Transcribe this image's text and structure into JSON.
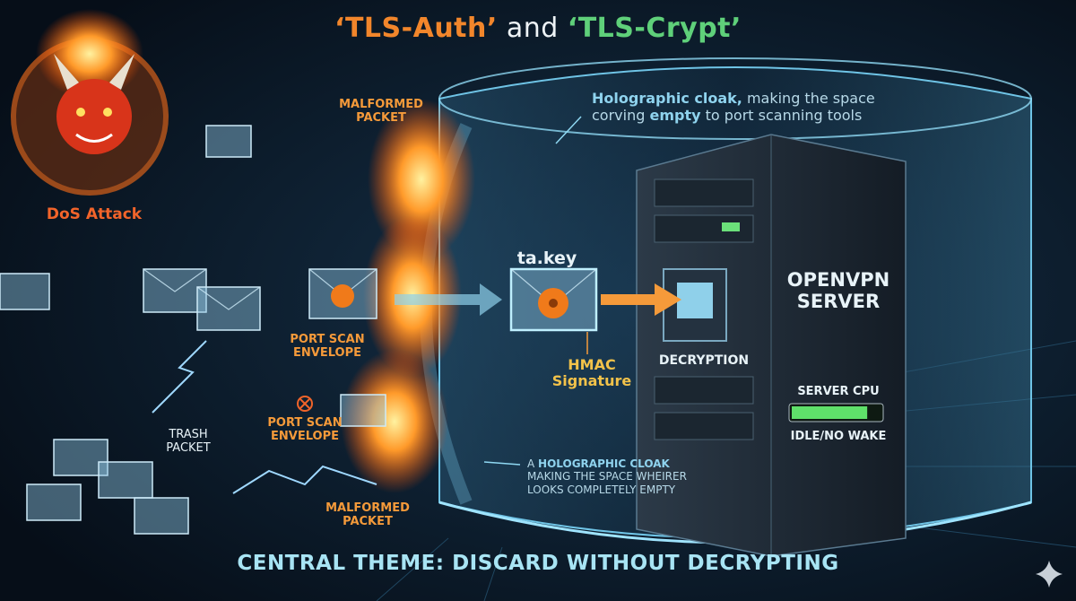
{
  "title": {
    "part1": "‘TLS-Auth’",
    "part2": " and ",
    "part3": "‘TLS-Crypt’"
  },
  "labels": {
    "dos_attack": "DoS Attack",
    "malformed_top": "MALFORMED\nPACKET",
    "port_scan_1": "PORT SCAN\nENVELOPE",
    "port_scan_2": "PORT SCAN\nENVELOPE",
    "trash_packet": "TRASH\nPACKET",
    "malformed_bottom": "MALFORMED\nPACKET",
    "ta_key": "ta.key",
    "hmac": "HMAC\nSignature",
    "decryption": "DECRYPTION",
    "server": "OPENVPN\nSERVER",
    "server_cpu": "SERVER CPU",
    "idle": "IDLE/NO WAKE"
  },
  "note_top": {
    "bold1": "Holographic cloak,",
    "rest1": " making the space",
    "line2a": "corving ",
    "bold2": "empty",
    "rest2": " to port scanning tools"
  },
  "note_bottom": {
    "a": "A ",
    "bold": "HOLOGRAPHIC CLOAK",
    "line2": "MAKING THE SPACE WHEIRER",
    "line3": "LOOKS COMPLETELY EMPTY"
  },
  "cpu_level": 0.85,
  "central_theme": "CENTRAL THEME: DISCARD WITHOUT DECRYPTING",
  "colors": {
    "bg": "#081421",
    "accent_orange": "#f2862b",
    "accent_green": "#5fd07a",
    "holo": "#7fd0ee"
  }
}
